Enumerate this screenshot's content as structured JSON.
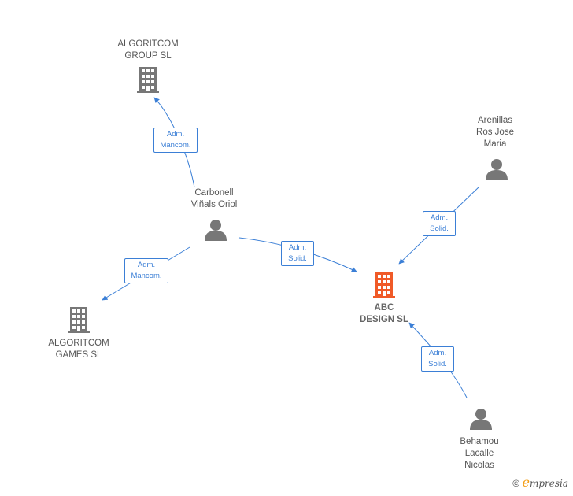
{
  "nodes": {
    "algoritcom_group": {
      "lines": [
        "ALGORITCOM",
        "GROUP  SL"
      ]
    },
    "algoritcom_games": {
      "lines": [
        "ALGORITCOM",
        "GAMES  SL"
      ]
    },
    "abc_design": {
      "lines": [
        "ABC",
        "DESIGN  SL"
      ]
    },
    "carbonell": {
      "lines": [
        "Carbonell",
        "Viñals Oriol"
      ]
    },
    "arenillas": {
      "lines": [
        "Arenillas",
        "Ros Jose",
        "Maria"
      ]
    },
    "behamou": {
      "lines": [
        "Behamou",
        "Lacalle",
        "Nicolas"
      ]
    }
  },
  "edges": {
    "carbonell_group": [
      "Adm.",
      "Mancom."
    ],
    "carbonell_games": [
      "Adm.",
      "Mancom."
    ],
    "carbonell_abc": [
      "Adm.",
      "Solid."
    ],
    "arenillas_abc": [
      "Adm.",
      "Solid."
    ],
    "behamou_abc": [
      "Adm.",
      "Solid."
    ]
  },
  "footer": {
    "copyright": "©",
    "brand_initial": "e",
    "brand_rest": "mpresia"
  },
  "colors": {
    "company": "#777777",
    "main_company": "#f05a28",
    "person": "#777777",
    "edge": "#3b7fd6"
  },
  "icons": {
    "company": "building-icon",
    "person": "person-icon"
  }
}
